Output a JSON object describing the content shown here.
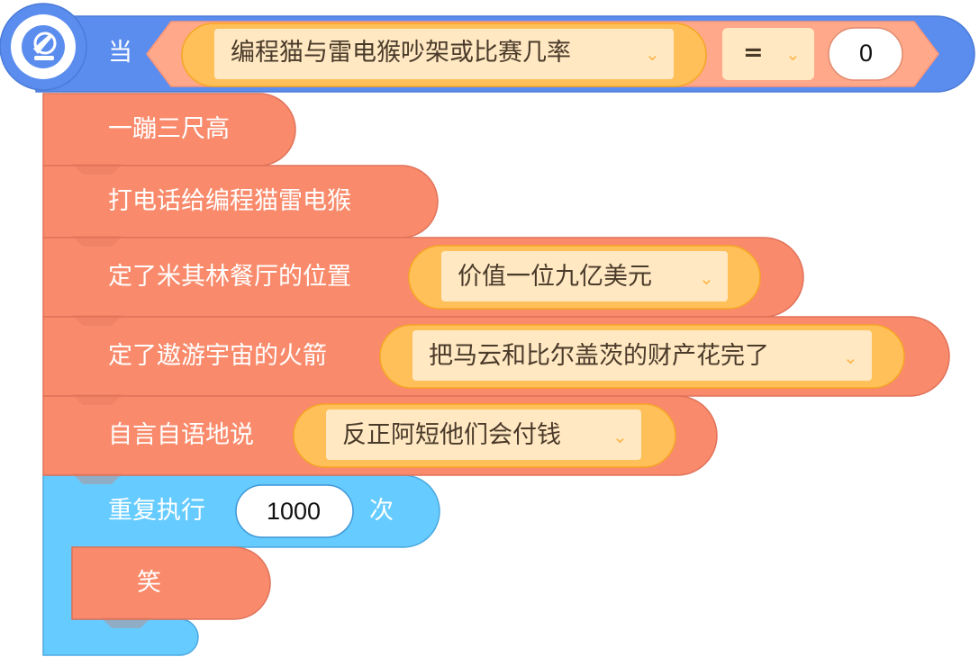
{
  "hat": {
    "when_label": "当",
    "condition_dropdown": "编程猫与雷电猴吵架或比赛几率",
    "operator": "=",
    "value": "0",
    "icon": "satellite-globe-icon"
  },
  "blocks": [
    {
      "label": "一蹦三尺高"
    },
    {
      "label": "打电话给编程猫雷电猴"
    },
    {
      "label": "定了米其林餐厅的位置",
      "dropdown": "价值一位九亿美元"
    },
    {
      "label": "定了遨游宇宙的火箭",
      "dropdown": "把马云和比尔盖茨的财产花完了"
    },
    {
      "label": "自言自语地说",
      "dropdown": "反正阿短他们会付钱"
    }
  ],
  "repeat": {
    "label_before": "重复执行",
    "count": "1000",
    "label_after": "次",
    "inner_block": {
      "label": "笑"
    }
  },
  "colors": {
    "hat_blue": "#5b8def",
    "action_salmon": "#f98b6c",
    "loop_blue": "#66ccff",
    "pill_orange": "#ffc05a",
    "pill_inner": "#ffe8c2"
  }
}
